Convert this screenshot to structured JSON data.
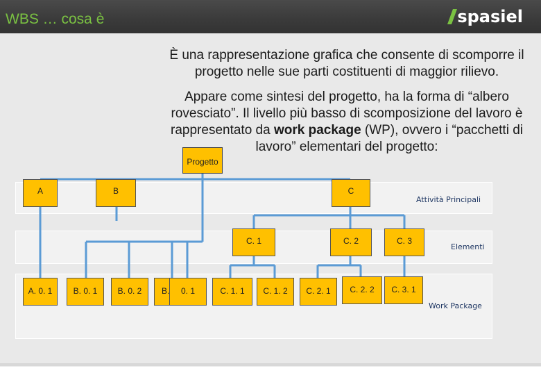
{
  "header": {
    "title": "WBS … cosa è",
    "logo": "spasiel"
  },
  "text": {
    "p1": "È una rappresentazione grafica che consente di scomporre il progetto nelle sue parti costituenti di maggior rilievo.",
    "p2_a": "Appare come sintesi del progetto, ha la forma di “albero rovesciato”. Il livello più basso di scomposizione del lavoro è rappresentato da ",
    "p2_bold": "work package",
    "p2_b": " (WP), ovvero i “pacchetti di lavoro” elementari del progetto:"
  },
  "tree": {
    "root": "Progetto",
    "level1": [
      "A",
      "B",
      "C"
    ],
    "level2": [
      "C. 1",
      "C. 2",
      "C. 3"
    ],
    "level3": [
      "A. 0. 1",
      "B. 0. 1",
      "B. 0. 2",
      "B.",
      "0. 1",
      "C. 1. 1",
      "C. 1. 2",
      "C. 2. 1",
      "C. 2. 2",
      "C. 3. 1"
    ]
  },
  "levels": {
    "main": "Attività Principali",
    "elements": "Elementi",
    "wp": "Work Package"
  },
  "colors": {
    "node_fill": "#ffc000",
    "connector": "#5b9bd5",
    "title_green": "#7ac142"
  }
}
